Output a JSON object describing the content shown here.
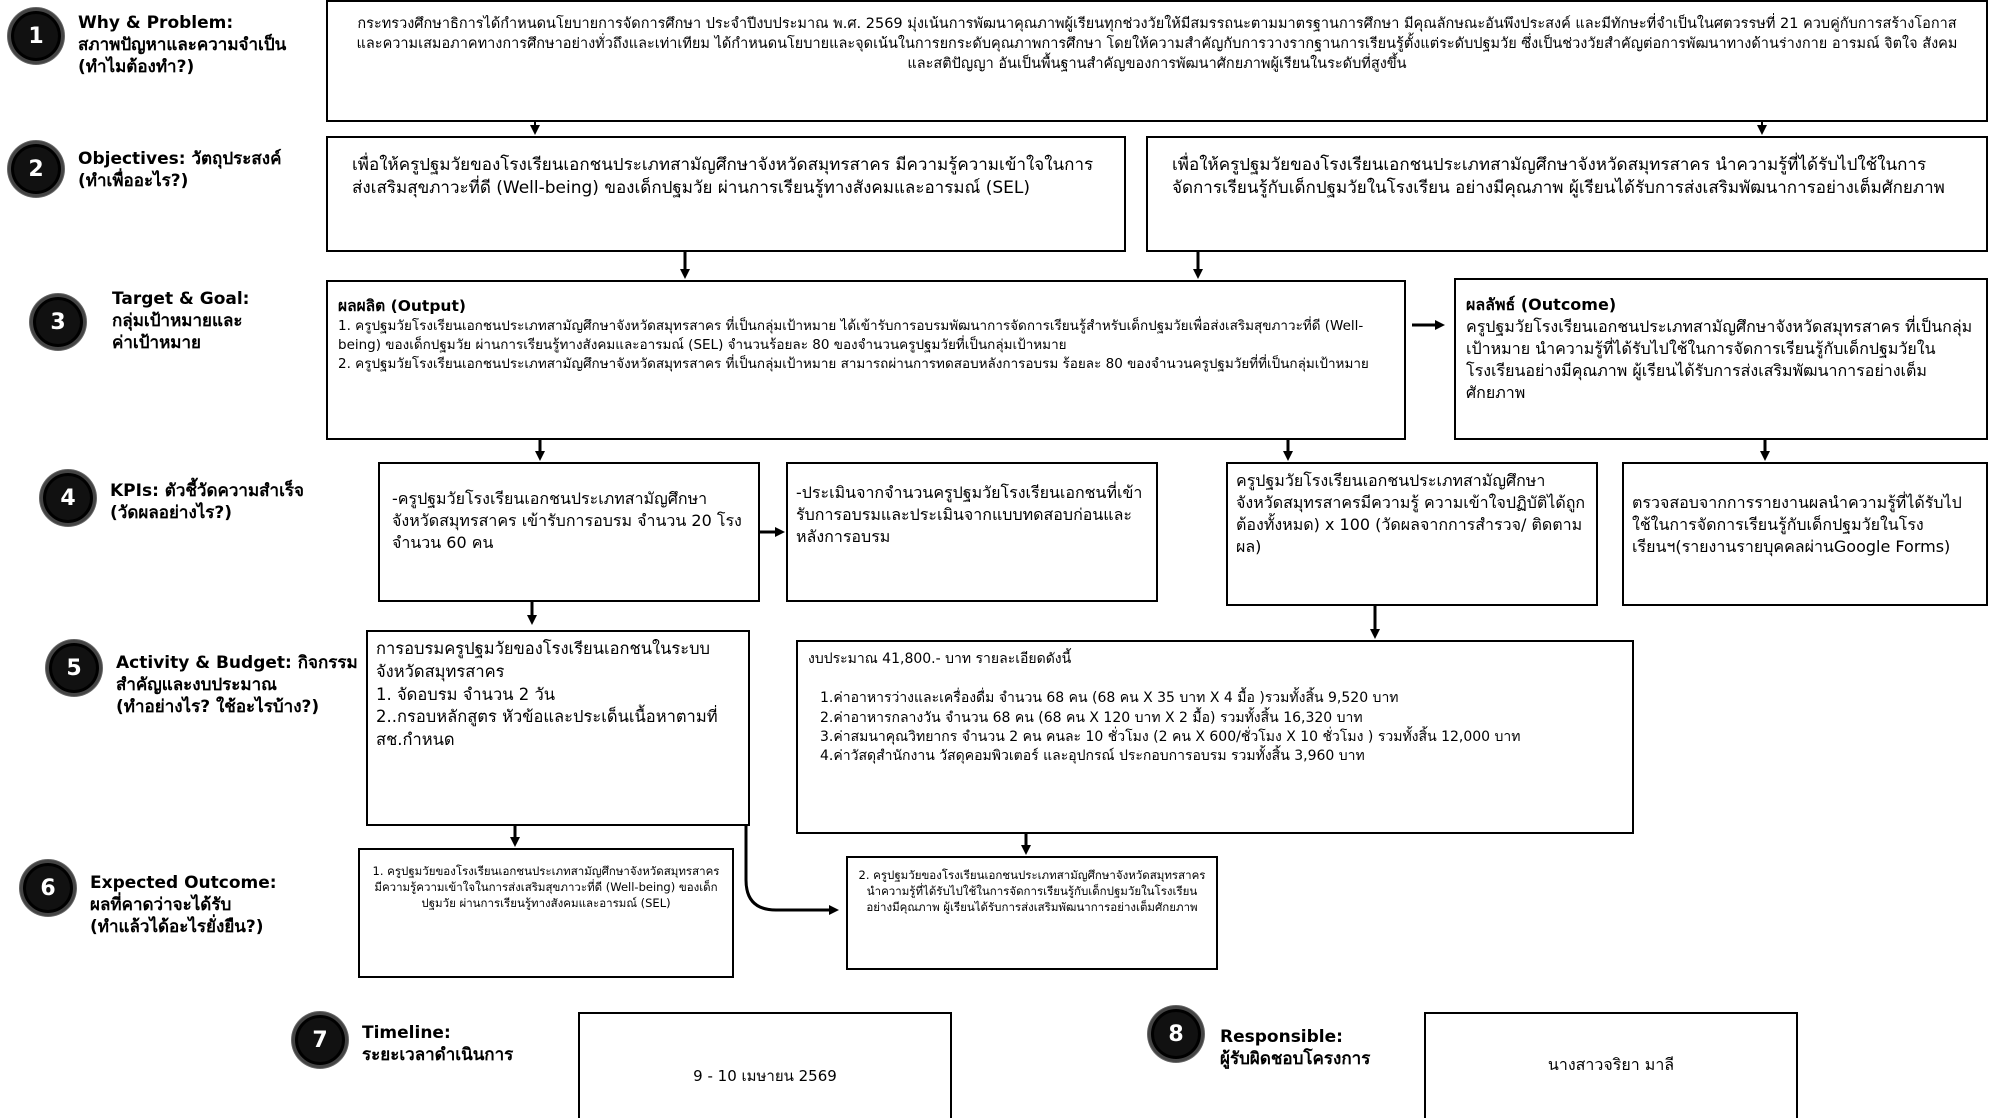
{
  "steps": [
    {
      "number": "1",
      "title": "Why & Problem:",
      "line2": "สภาพปัญหาและความจำเป็น",
      "line3": "(ทำไมต้องทำ?)"
    },
    {
      "number": "2",
      "title": "Objectives: วัตถุประสงค์",
      "line2": "(ทำเพื่ออะไร?)"
    },
    {
      "number": "3",
      "title": "Target & Goal:",
      "line2": "กลุ่มเป้าหมายและ",
      "line3": "ค่าเป้าหมาย"
    },
    {
      "number": "4",
      "title": "KPIs: ตัวชี้วัดความสำเร็จ",
      "line2": "(วัดผลอย่างไร?)"
    },
    {
      "number": "5",
      "title": "Activity & Budget: กิจกรรม",
      "line2": "สำคัญและงบประมาณ",
      "line3": "(ทำอย่างไร? ใช้อะไรบ้าง?)"
    },
    {
      "number": "6",
      "title": "Expected Outcome:",
      "line2": "ผลที่คาดว่าจะได้รับ",
      "line3": "(ทำแล้วได้อะไรยั่งยืน?)"
    },
    {
      "number": "7",
      "title": "Timeline:",
      "line2": "ระยะเวลาดำเนินการ"
    },
    {
      "number": "8",
      "title": "Responsible:",
      "line2": "ผู้รับผิดชอบโครงการ"
    }
  ],
  "problem": {
    "text": "กระทรวงศึกษาธิการได้กำหนดนโยบายการจัดการศึกษา ประจำปีงบประมาณ พ.ศ. 2569 มุ่งเน้นการพัฒนาคุณภาพผู้เรียนทุกช่วงวัยให้มีสมรรถนะตามมาตรฐานการศึกษา มีคุณลักษณะอันพึงประสงค์ และมีทักษะที่จำเป็นในศตวรรษที่ 21 ควบคู่กับการสร้างโอกาสและความเสมอภาคทางการศึกษาอย่างทั่วถึงและเท่าเทียม ได้กำหนดนโยบายและจุดเน้นในการยกระดับคุณภาพการศึกษา โดยให้ความสำคัญกับการวางรากฐานการเรียนรู้ตั้งแต่ระดับปฐมวัย ซึ่งเป็นช่วงวัยสำคัญต่อการพัฒนาทางด้านร่างกาย อารมณ์ จิตใจ สังคม และสติปัญญา อันเป็นพื้นฐานสำคัญของการพัฒนาศักยภาพผู้เรียนในระดับที่สูงขึ้น"
  },
  "objectives": {
    "left": "เพื่อให้ครูปฐมวัยของโรงเรียนเอกชนประเภทสามัญศึกษาจังหวัดสมุทรสาคร มีความรู้ความเข้าใจในการส่งเสริมสุขภาวะที่ดี (Well-being) ของเด็กปฐมวัย ผ่านการเรียนรู้ทางสังคมและอารมณ์ (SEL)",
    "right": "เพื่อให้ครูปฐมวัยของโรงเรียนเอกชนประเภทสามัญศึกษาจังหวัดสมุทรสาคร นำความรู้ที่ได้รับไปใช้ในการจัดการเรียนรู้กับเด็กปฐมวัยในโรงเรียน อย่างมีคุณภาพ ผู้เรียนได้รับการส่งเสริมพัฒนาการอย่างเต็มศักยภาพ"
  },
  "target": {
    "output_title": "ผลผลิต (Output)",
    "output_item1": "1. ครูปฐมวัยโรงเรียนเอกชนประเภทสามัญศึกษาจังหวัดสมุทรสาคร ที่เป็นกลุ่มเป้าหมาย ได้เข้ารับการอบรมพัฒนาการจัดการเรียนรู้สำหรับเด็กปฐมวัยเพื่อส่งเสริมสุขภาวะที่ดี (Well-being) ของเด็กปฐมวัย ผ่านการเรียนรู้ทางสังคมและอารมณ์ (SEL) จำนวนร้อยละ 80 ของจำนวนครูปฐมวัยที่เป็นกลุ่มเป้าหมาย",
    "output_item2": "2. ครูปฐมวัยโรงเรียนเอกชนประเภทสามัญศึกษาจังหวัดสมุทรสาคร ที่เป็นกลุ่มเป้าหมาย สามารถผ่านการทดสอบหลังการอบรม ร้อยละ 80 ของจำนวนครูปฐมวัยที่ที่เป็นกลุ่มเป้าหมาย",
    "outcome_title": "ผลลัพธ์ (Outcome)",
    "outcome_text": "ครูปฐมวัยโรงเรียนเอกชนประเภทสามัญศึกษาจังหวัดสมุทรสาคร ที่เป็นกลุ่มเป้าหมาย นำความรู้ที่ได้รับไปใช้ในการจัดการเรียนรู้กับเด็กปฐมวัยในโรงเรียนอย่างมีคุณภาพ ผู้เรียนได้รับการส่งเสริมพัฒนาการอย่างเต็มศักยภาพ"
  },
  "kpis": {
    "k1": "-ครูปฐมวัยโรงเรียนเอกชนประเภทสามัญศึกษาจังหวัดสมุทรสาคร เข้ารับการอบรม จำนวน 20 โรง จำนวน 60 คน",
    "k2": "-ประเมินจากจำนวนครูปฐมวัยโรงเรียนเอกชนที่เข้ารับการอบรมและประเมินจากแบบทดสอบก่อนและหลังการอบรม",
    "k3": "ครูปฐมวัยโรงเรียนเอกชนประเภทสามัญศึกษาจังหวัดสมุทรสาครมีความรู้ ความเข้าใจปฏิบัติได้ถูกต้องทั้งหมด) x 100 (วัดผลจากการสำรวจ/ ติดตามผล)",
    "k4": "ตรวจสอบจากการรายงานผลนำความรู้ที่ได้รับไปใช้ในการจัดการเรียนรู้กับเด็กปฐมวัยในโรงเรียนฯ(รายงานรายบุคคลผ่านGoogle Forms)"
  },
  "activity": {
    "title": "การอบรมครูปฐมวัยของโรงเรียนเอกชนในระบบจังหวัดสมุทรสาคร",
    "item1": "1. จัดอบรม จำนวน 2 วัน",
    "item2": "2..กรอบหลักสูตร หัวข้อและประเด็นเนื้อหาตามที่ สช.กำหนด"
  },
  "budget": {
    "title": "งบประมาณ  41,800.- บาท  รายละเอียดดังนี้",
    "items": [
      "1.ค่าอาหารว่างและเครื่องดื่ม จำนวน 68 คน (68 คน X 35 บาท  X 4 มื้อ )รวมทั้งสิ้น 9,520 บาท",
      "2.ค่าอาหารกลางวัน จำนวน 68 คน (68 คน X 120 บาท X 2 มื้อ)  รวมทั้งสิ้น 16,320 บาท",
      "3.ค่าสมนาคุณวิทยากร จำนวน 2 คน คนละ 10 ชั่วโมง (2 คน X 600/ชั่วโมง X 10 ชั่วโมง ) รวมทั้งสิ้น 12,000 บาท",
      "4.ค่าวัสดุสำนักงาน วัสดุคอมพิวเตอร์ และอุปกรณ์ ประกอบการอบรม  รวมทั้งสิ้น 3,960 บาท"
    ]
  },
  "expected": {
    "e1": "1. ครูปฐมวัยของโรงเรียนเอกชนประเภทสามัญศึกษาจังหวัดสมุทรสาคร มีความรู้ความเข้าใจในการส่งเสริมสุขภาวะที่ดี (Well-being) ของเด็กปฐมวัย ผ่านการเรียนรู้ทางสังคมและอารมณ์ (SEL)",
    "e2": "2. ครูปฐมวัยของโรงเรียนเอกชนประเภทสามัญศึกษาจังหวัดสมุทรสาคร นำความรู้ที่ได้รับไปใช้ในการจัดการเรียนรู้กับเด็กปฐมวัยในโรงเรียน อย่างมีคุณภาพ ผู้เรียนได้รับการส่งเสริมพัฒนาการอย่างเต็มศักยภาพ"
  },
  "timeline": {
    "value": "9 - 10 เมษายน 2569"
  },
  "responsible": {
    "value": "นางสาวจริยา มาลี"
  }
}
